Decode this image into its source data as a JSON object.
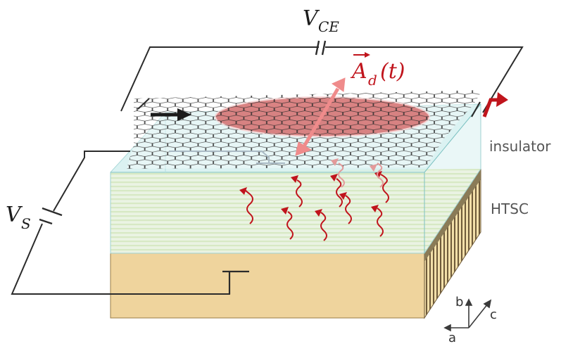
{
  "labels": {
    "vce_main": "V",
    "vce_sub": "CE",
    "vs_main": "V",
    "vs_sub": "S",
    "ad_main": "A",
    "ad_sub": "d",
    "ad_arg": "(t)",
    "insulator": "insulator",
    "htsc": "HTSC",
    "axis_a": "a",
    "axis_b": "b",
    "axis_c": "c"
  },
  "colors": {
    "wire": "#2b2b2b",
    "accent_red": "#c0141c",
    "light_red": "#f08a8a",
    "hot_spot": "#d47070",
    "insulator_fill": "#d9f1f1",
    "insulator_edge": "#9fd1d1",
    "htsc_stripe_a": "#d2df8c",
    "htsc_stripe_b": "#fff7d0",
    "substrate": "#efd49d",
    "substrate_edge": "#9a7d45"
  },
  "icons": [
    "battery-icon",
    "arrow-right-icon",
    "arrow-bent-icon",
    "wavy-arrow-icon",
    "double-arrow-icon",
    "axes-icon"
  ]
}
